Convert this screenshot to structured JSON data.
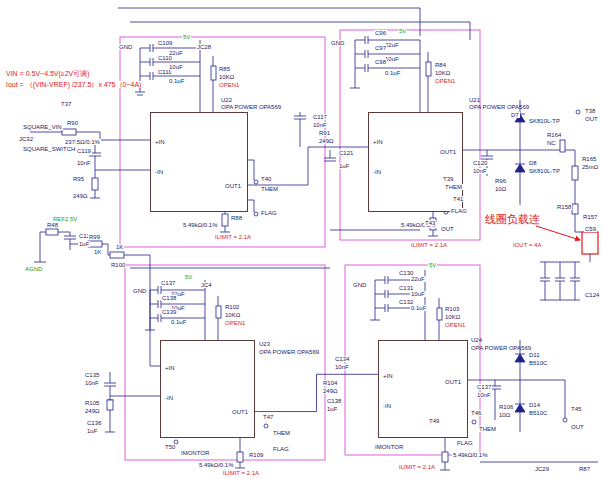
{
  "diagram": {
    "nodes": [
      {
        "text": [
          "U22",
          "OPA POWER OPA569",
          "+IN",
          "-IN",
          "OUT1"
        ]
      },
      {
        "text": [
          "U21",
          "OPA POWER OPA569",
          "+IN",
          "-IN",
          "OUT1"
        ]
      },
      {
        "text": [
          "U23",
          "OPA POWER OPA569",
          "+IN",
          "-IN",
          "OUT1"
        ]
      },
      {
        "text": [
          "U24",
          "OPA POWER OPA569",
          "+IN",
          "-IN",
          "OUT1"
        ]
      }
    ],
    "edges": [
      {
        "from": 0,
        "to": 1,
        "arrow": "none"
      },
      {
        "from": 2,
        "to": 3,
        "arrow": "none"
      }
    ],
    "labels": [
      "VIN = 0.5V~4.5V(≥2V可调)",
      "Iout = （(VIN-VREF) /237.5）x 475（0~4A)",
      "T37",
      "R90",
      "237.5Ω/0.1%",
      "SQUARE_VIN",
      "JC32",
      "SQUARE_SWITCH",
      "C119",
      "10nF",
      "R95",
      "249Ω",
      "GND",
      "C109",
      "22uF",
      "C110",
      "10uF",
      "C111",
      "0.1uF",
      "5V",
      "JC28",
      "R85",
      "10KΩ",
      "OPEN1",
      "R91",
      "249Ω",
      "C117",
      "10nF",
      "C121",
      "1uF",
      "T40",
      "THEM",
      "R88",
      "5.49kΩ/0.1%",
      "FLAG",
      "ILIMIT = 2.1A",
      "C96",
      "22uF",
      "C97",
      "10uF",
      "C98",
      "0.1uF",
      "5V",
      "GND",
      "R84",
      "10KΩ",
      "OPEN1",
      "T39",
      "THEM",
      "T41",
      "5.49kΩ/0.1%",
      "FLAG",
      "ILIMIT = 2.1A",
      "T43",
      "OUT",
      "D7",
      "SK810L-TP",
      "C120",
      "10nF",
      "R96",
      "10Ω",
      "D8",
      "SK810L-TP",
      "T38",
      "OUT",
      "R164",
      "NC",
      "R165",
      "25mΩ",
      "R158",
      "R157",
      "线圈负载连",
      "IOUT = 4A",
      "C59",
      "C124",
      "REF2.5V",
      "R48",
      "C125",
      "1uF",
      "AGND",
      "R99",
      "1K",
      "R100",
      "1K",
      "GND",
      "C137",
      "22uF",
      "C138",
      "10uF",
      "C139",
      "0.1uF",
      "5V",
      "JC4",
      "R102",
      "10KΩ",
      "OPEN1",
      "C135",
      "10nF",
      "R105",
      "249Ω",
      "C136",
      "1uF",
      "T50",
      "IMONTOR",
      "R109",
      "5.49kΩ/0.1%",
      "T47",
      "THEM",
      "FLAG",
      "ILIMIT = 2.1A",
      "C134",
      "10nF",
      "R104",
      "249Ω",
      "C138",
      "1uF",
      "C130",
      "22uF",
      "C131",
      "10uF",
      "C132",
      "0.1uF",
      "5V",
      "GND",
      "R103",
      "10KΩ",
      "OPEN1",
      "T46",
      "THEM",
      "T49",
      "5.49kΩ/0.1%",
      "FLAG",
      "ILIMIT = 2.1A",
      "IMONTOR",
      "D11",
      "B510C",
      "D14",
      "B510C",
      "C137",
      "10nF",
      "R106",
      "10Ω",
      "T45",
      "OUT",
      "JC29",
      "R87"
    ]
  }
}
